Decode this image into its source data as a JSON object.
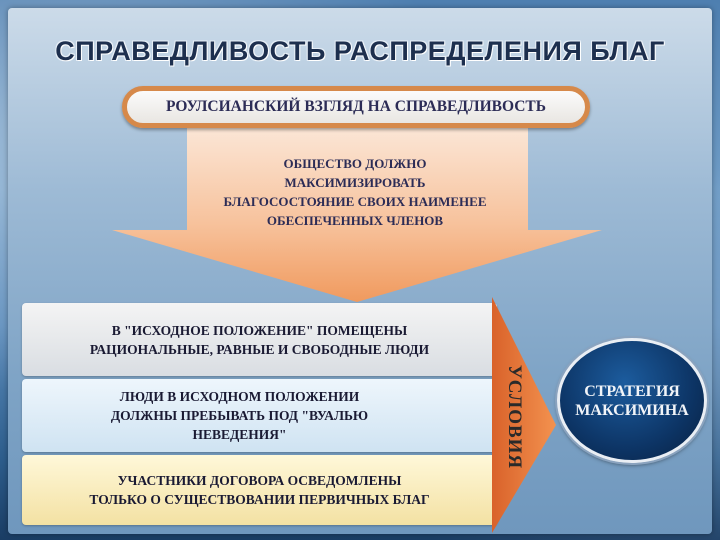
{
  "title": "СПРАВЕДЛИВОСТЬ РАСПРЕДЕЛЕНИЯ БЛАГ",
  "header_pill": "РОУЛСИАНСКИЙ  ВЗГЛЯД НА СПРАВЕДЛИВОСТЬ",
  "arrow_lines": [
    "ОБЩЕСТВО ДОЛЖНО",
    "МАКСИМИЗИРОВАТЬ",
    "БЛАГОСОСТОЯНИЕ СВОИХ НАИМЕНЕЕ",
    "ОБЕСПЕЧЕННЫХ ЧЛЕНОВ"
  ],
  "conditions": [
    {
      "line1": "В \"ИСХОДНОЕ ПОЛОЖЕНИЕ\" ПОМЕЩЕНЫ",
      "line2": "РАЦИОНАЛЬНЫЕ, РАВНЫЕ И СВОБОДНЫЕ ЛЮДИ"
    },
    {
      "line1": "ЛЮДИ В ИСХОДНОМ ПОЛОЖЕНИИ",
      "line2": "ДОЛЖНЫ ПРЕБЫВАТЬ ПОД \"ВУАЛЬЮ",
      "line3": "НЕВЕДЕНИЯ\""
    },
    {
      "line1": "УЧАСТНИКИ ДОГОВОРА ОСВЕДОМЛЕНЫ",
      "line2": "ТОЛЬКО О СУЩЕСТВОВАНИИ ПЕРВИЧНЫХ БЛАГ"
    }
  ],
  "conditions_label": "УСЛОВИЯ",
  "strategy": {
    "line1": "СТРАТЕГИЯ",
    "line2": "МАКСИМИНА"
  },
  "colors": {
    "title": "#1d2f4e",
    "pill_border": "#d6894a",
    "arrow": "#f4a36a",
    "triangle": "#e8753a",
    "circle": "#0d3566"
  }
}
